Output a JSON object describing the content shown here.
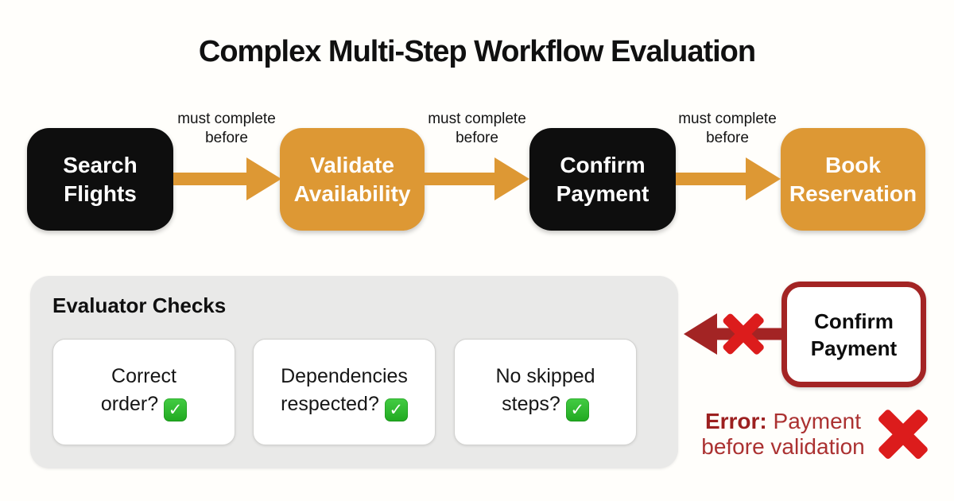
{
  "title": "Complex Multi-Step Workflow Evaluation",
  "flow": {
    "steps": [
      {
        "label": "Search\nFlights",
        "variant": "black"
      },
      {
        "label": "Validate\nAvailability",
        "variant": "orange"
      },
      {
        "label": "Confirm\nPayment",
        "variant": "black"
      },
      {
        "label": "Book\nReservation",
        "variant": "orange"
      }
    ],
    "connectors": [
      {
        "label": "must complete\nbefore"
      },
      {
        "label": "must complete\nbefore"
      },
      {
        "label": "must complete\nbefore"
      }
    ]
  },
  "evaluator": {
    "heading": "Evaluator Checks",
    "check_icon": "✓",
    "checks": [
      {
        "line1": "Correct",
        "line2": "order?",
        "passed": true
      },
      {
        "line1": "Dependencies",
        "line2": "respected?",
        "passed": true
      },
      {
        "line1": "No skipped",
        "line2": "steps?",
        "passed": true
      }
    ]
  },
  "error": {
    "step_label": "Confirm\nPayment",
    "prefix": "Error:",
    "message_line1": "Payment",
    "message_line2": "before validation"
  },
  "colors": {
    "accent_orange": "#dd9834",
    "step_black": "#0e0e0e",
    "panel_gray": "#e9e9e8",
    "dark_red": "#a32424",
    "bright_red": "#dc1c1c",
    "check_green": "#2dbc2d",
    "background": "#fffefb"
  }
}
